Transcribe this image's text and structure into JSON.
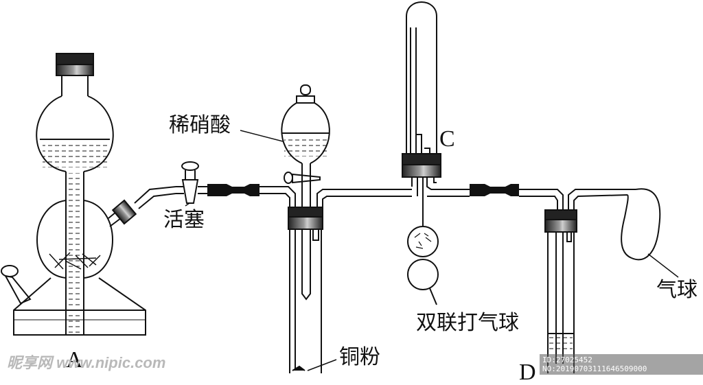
{
  "labels": {
    "dilute_nitric_acid": "稀硝酸",
    "stopcock": "活塞",
    "copper_powder": "铜粉",
    "double_bulb_pump": "双联打气球",
    "balloon": "气球"
  },
  "letters": {
    "a": "A",
    "c": "C",
    "d": "D"
  },
  "watermark": {
    "site": "昵享网 www.nipic.com",
    "id": "ID:27025452 NO:20190703111646509000"
  },
  "colors": {
    "line": "#111111",
    "stopper_dark": "#222222",
    "stopper_mid": "#8a8a8a",
    "rubber_tube": "#111111"
  }
}
